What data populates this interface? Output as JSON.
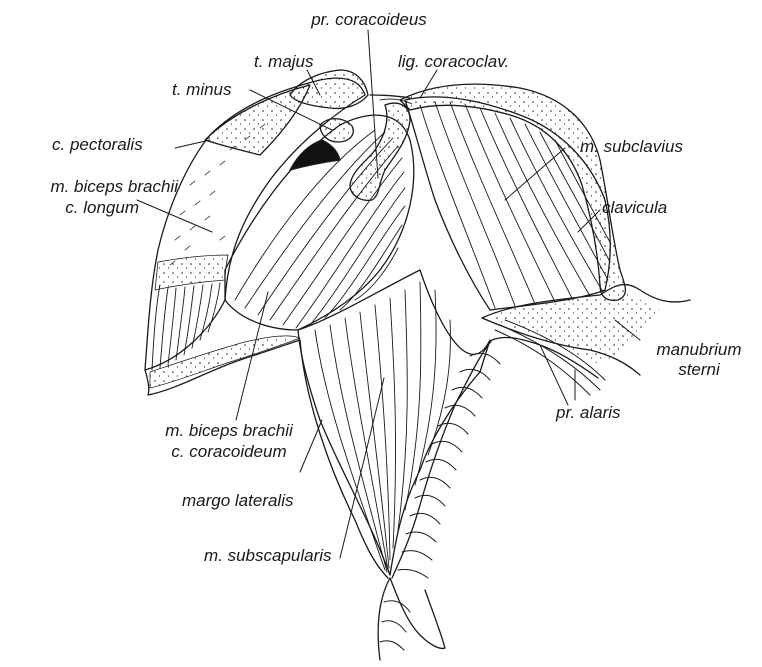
{
  "labels": {
    "pr_coracoideus": "pr. coracoideus",
    "t_majus": "t. majus",
    "lig_coracoclav": "lig. coracoclav.",
    "t_minus": "t. minus",
    "c_pectoralis": "c. pectoralis",
    "m_subclavius": "m. subclavius",
    "biceps_longum_1": "m. biceps brachii",
    "biceps_longum_2": "c. longum",
    "clavicula": "clavicula",
    "manubrium_1": "manubrium",
    "manubrium_2": "sterni",
    "pr_alaris": "pr. alaris",
    "biceps_coracoideum_1": "m. biceps brachii",
    "biceps_coracoideum_2": "c. coracoideum",
    "margo_lateralis": "margo lateralis",
    "m_subscapularis": "m. subscapularis"
  }
}
